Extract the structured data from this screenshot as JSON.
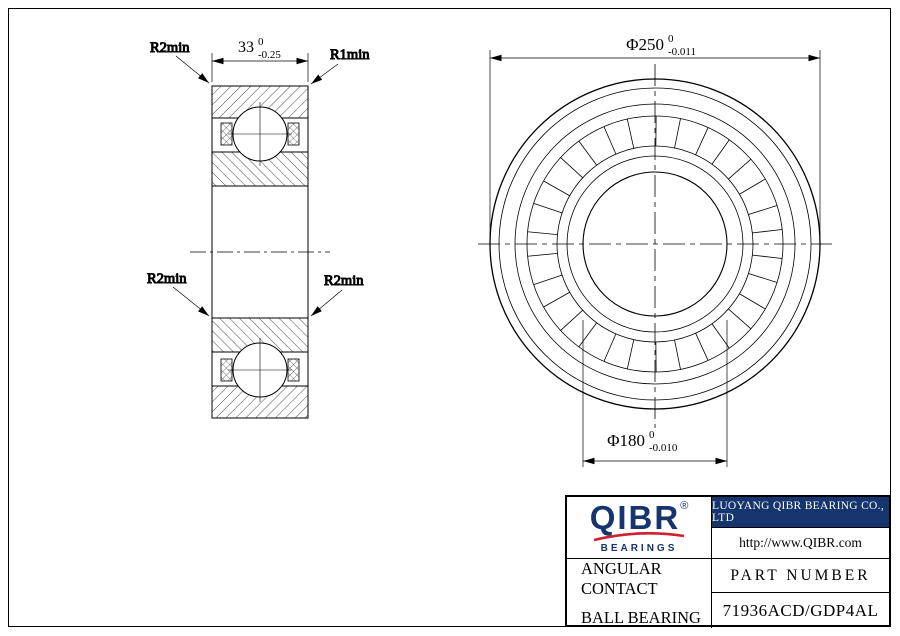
{
  "drawing": {
    "labels": {
      "r2min": "R2min",
      "r1min": "R1min"
    },
    "width_dim": {
      "value": "33",
      "tol_upper": "0",
      "tol_lower": "-0.25"
    },
    "outer_dim": {
      "value": "Φ250",
      "tol_upper": "0",
      "tol_lower": "-0.011"
    },
    "bore_dim": {
      "value": "Φ180",
      "tol_upper": "0",
      "tol_lower": "-0.010"
    }
  },
  "title_block": {
    "logo_text": "QIBR",
    "logo_reg": "®",
    "logo_sub": "BEARINGS",
    "company": "LUOYANG QIBR BEARING CO., LTD",
    "website": "http://www.QIBR.com",
    "product_name_line1": "ANGULAR CONTACT",
    "product_name_line2": "BALL BEARING",
    "part_number_label": "PART NUMBER",
    "part_number": "71936ACD/GDP4AL"
  },
  "colors": {
    "line": "#000000",
    "navy": "#16356e",
    "red": "#cf2030"
  }
}
